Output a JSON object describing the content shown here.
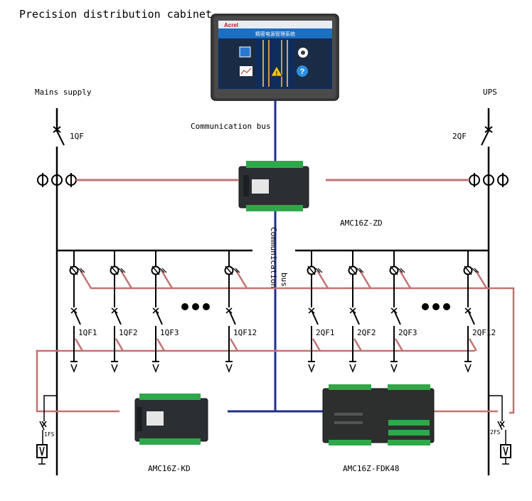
{
  "title": "Precision distribution cabinet",
  "labels": {
    "mains": "Mains supply",
    "ups": "UPS",
    "comm_bus_top": "Communication bus",
    "comm_bus_vertical_1": "Communication",
    "comm_bus_vertical_2": "bus",
    "breaker_1qf": "1QF",
    "breaker_2qf": "2QF",
    "fuse_1fs": "1FS",
    "fuse_2fs": "2FS"
  },
  "devices": {
    "zd": "AMC16Z-ZD",
    "kd": "AMC16Z-KD",
    "fdk48": "AMC16Z-FDK48"
  },
  "left_branches": [
    "1QF1",
    "1QF2",
    "1QF3",
    "1QF12"
  ],
  "right_branches": [
    "2QF1",
    "2QF2",
    "2QF3",
    "2QF12"
  ],
  "screen": {
    "brand": "Acrel",
    "caption": "精密电源管理系统"
  },
  "colors": {
    "signal_line": "#c17373",
    "bus_line": "#1f2f8f",
    "power_line": "#000000",
    "device_body": "#2b2f33",
    "terminal_green": "#2fa84a"
  }
}
